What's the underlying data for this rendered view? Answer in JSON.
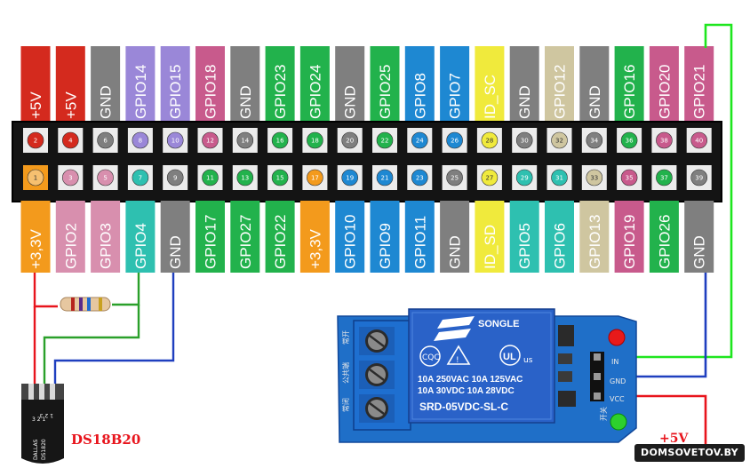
{
  "header": {
    "top": [
      {
        "label": "+5V",
        "color": "#d42a1e",
        "num": "2"
      },
      {
        "label": "+5V",
        "color": "#d42a1e",
        "num": "4"
      },
      {
        "label": "GND",
        "color": "#7f7f7f",
        "num": "6"
      },
      {
        "label": "GPIO14",
        "color": "#9a87d8",
        "num": "8"
      },
      {
        "label": "GPIO15",
        "color": "#9a87d8",
        "num": "10"
      },
      {
        "label": "GPIO18",
        "color": "#c85a8c",
        "num": "12"
      },
      {
        "label": "GND",
        "color": "#7f7f7f",
        "num": "14"
      },
      {
        "label": "GPIO23",
        "color": "#22b24c",
        "num": "16"
      },
      {
        "label": "GPIO24",
        "color": "#22b24c",
        "num": "18"
      },
      {
        "label": "GND",
        "color": "#7f7f7f",
        "num": "20"
      },
      {
        "label": "GPIO25",
        "color": "#22b24c",
        "num": "22"
      },
      {
        "label": "GPIO8",
        "color": "#1e88d2",
        "num": "24"
      },
      {
        "label": "GPIO7",
        "color": "#1e88d2",
        "num": "26"
      },
      {
        "label": "ID_SC",
        "color": "#f0ea3c",
        "num": "28"
      },
      {
        "label": "GND",
        "color": "#7f7f7f",
        "num": "30"
      },
      {
        "label": "GPIO12",
        "color": "#cfc6a0",
        "num": "32"
      },
      {
        "label": "GND",
        "color": "#7f7f7f",
        "num": "34"
      },
      {
        "label": "GPIO16",
        "color": "#22b24c",
        "num": "36"
      },
      {
        "label": "GPIO20",
        "color": "#c85a8c",
        "num": "38"
      },
      {
        "label": "GPIO21",
        "color": "#c85a8c",
        "num": "40"
      }
    ],
    "bottom": [
      {
        "label": "+3,3V",
        "color": "#f39a1c",
        "num": "1"
      },
      {
        "label": "GPIO2",
        "color": "#d88fae",
        "num": "3"
      },
      {
        "label": "GPIO3",
        "color": "#d88fae",
        "num": "5"
      },
      {
        "label": "GPIO4",
        "color": "#2ec0b0",
        "num": "7"
      },
      {
        "label": "GND",
        "color": "#7f7f7f",
        "num": "9"
      },
      {
        "label": "GPIO17",
        "color": "#22b24c",
        "num": "11"
      },
      {
        "label": "GPIO27",
        "color": "#22b24c",
        "num": "13"
      },
      {
        "label": "GPIO22",
        "color": "#22b24c",
        "num": "15"
      },
      {
        "label": "+3,3V",
        "color": "#f39a1c",
        "num": "17"
      },
      {
        "label": "GPIO10",
        "color": "#1e88d2",
        "num": "19"
      },
      {
        "label": "GPIO9",
        "color": "#1e88d2",
        "num": "21"
      },
      {
        "label": "GPIO11",
        "color": "#1e88d2",
        "num": "23"
      },
      {
        "label": "GND",
        "color": "#7f7f7f",
        "num": "25"
      },
      {
        "label": "ID_SD",
        "color": "#f0ea3c",
        "num": "27"
      },
      {
        "label": "GPIO5",
        "color": "#2ec0b0",
        "num": "29"
      },
      {
        "label": "GPIO6",
        "color": "#2ec0b0",
        "num": "31"
      },
      {
        "label": "GPIO13",
        "color": "#cfc6a0",
        "num": "33"
      },
      {
        "label": "GPIO19",
        "color": "#c85a8c",
        "num": "35"
      },
      {
        "label": "GPIO26",
        "color": "#22b24c",
        "num": "37"
      },
      {
        "label": "GND",
        "color": "#7f7f7f",
        "num": "39"
      }
    ]
  },
  "sensor": {
    "label": "DS18B20",
    "chip_brand": "DALLAS",
    "chip_part": "DS1820",
    "pin_numbers_front": "1 2 3",
    "pin_numbers_back": "3 2 1"
  },
  "relay": {
    "brand": "SONGLE",
    "spec_line1": "10A 250VAC   10A 125VAC",
    "spec_line2": "10A  30VDC   10A  28VDC",
    "model": "SRD-05VDC-SL-C",
    "pin_in": "IN",
    "pin_gnd": "GND",
    "pin_vcc": "VCC",
    "cqc": "CQC",
    "ul_mark": "us",
    "terminal_labels": [
      "常开",
      "公共端",
      "常闭"
    ],
    "led_label": "开关"
  },
  "power_label": "+5V",
  "watermark": "DOMSOVETOV.BY",
  "colors": {
    "wire_red": "#e8141c",
    "wire_green": "#2aa02a",
    "wire_blue": "#1f3fbf",
    "wire_bright_green": "#1ee61e",
    "relay_pcb": "#1f6fc8",
    "relay_body": "#2a62c8",
    "terminal": "#1e6fd0"
  }
}
